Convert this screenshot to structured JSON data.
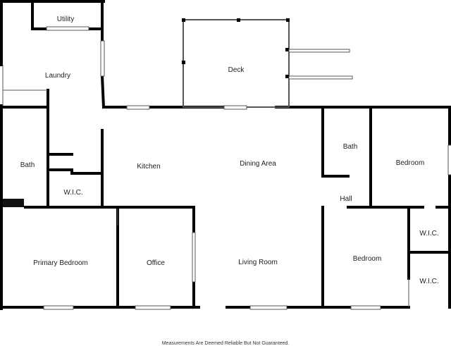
{
  "rooms": {
    "utility": "Utility",
    "laundry": "Laundry",
    "deck": "Deck",
    "bath_left": "Bath",
    "wic_left": "W.I.C.",
    "kitchen": "Kitchen",
    "dining": "Dining Area",
    "bath_right": "Bath",
    "bedroom_upper_right": "Bedroom",
    "hall": "Hall",
    "primary_bedroom": "Primary Bedroom",
    "office": "Office",
    "living_room": "Living Room",
    "bedroom_lower_right": "Bedroom",
    "wic_right_upper": "W.I.C.",
    "wic_right_lower": "W.I.C."
  },
  "footer": {
    "disclaimer": "Measurements Are Deemed Reliable But Not Guaranteed."
  }
}
